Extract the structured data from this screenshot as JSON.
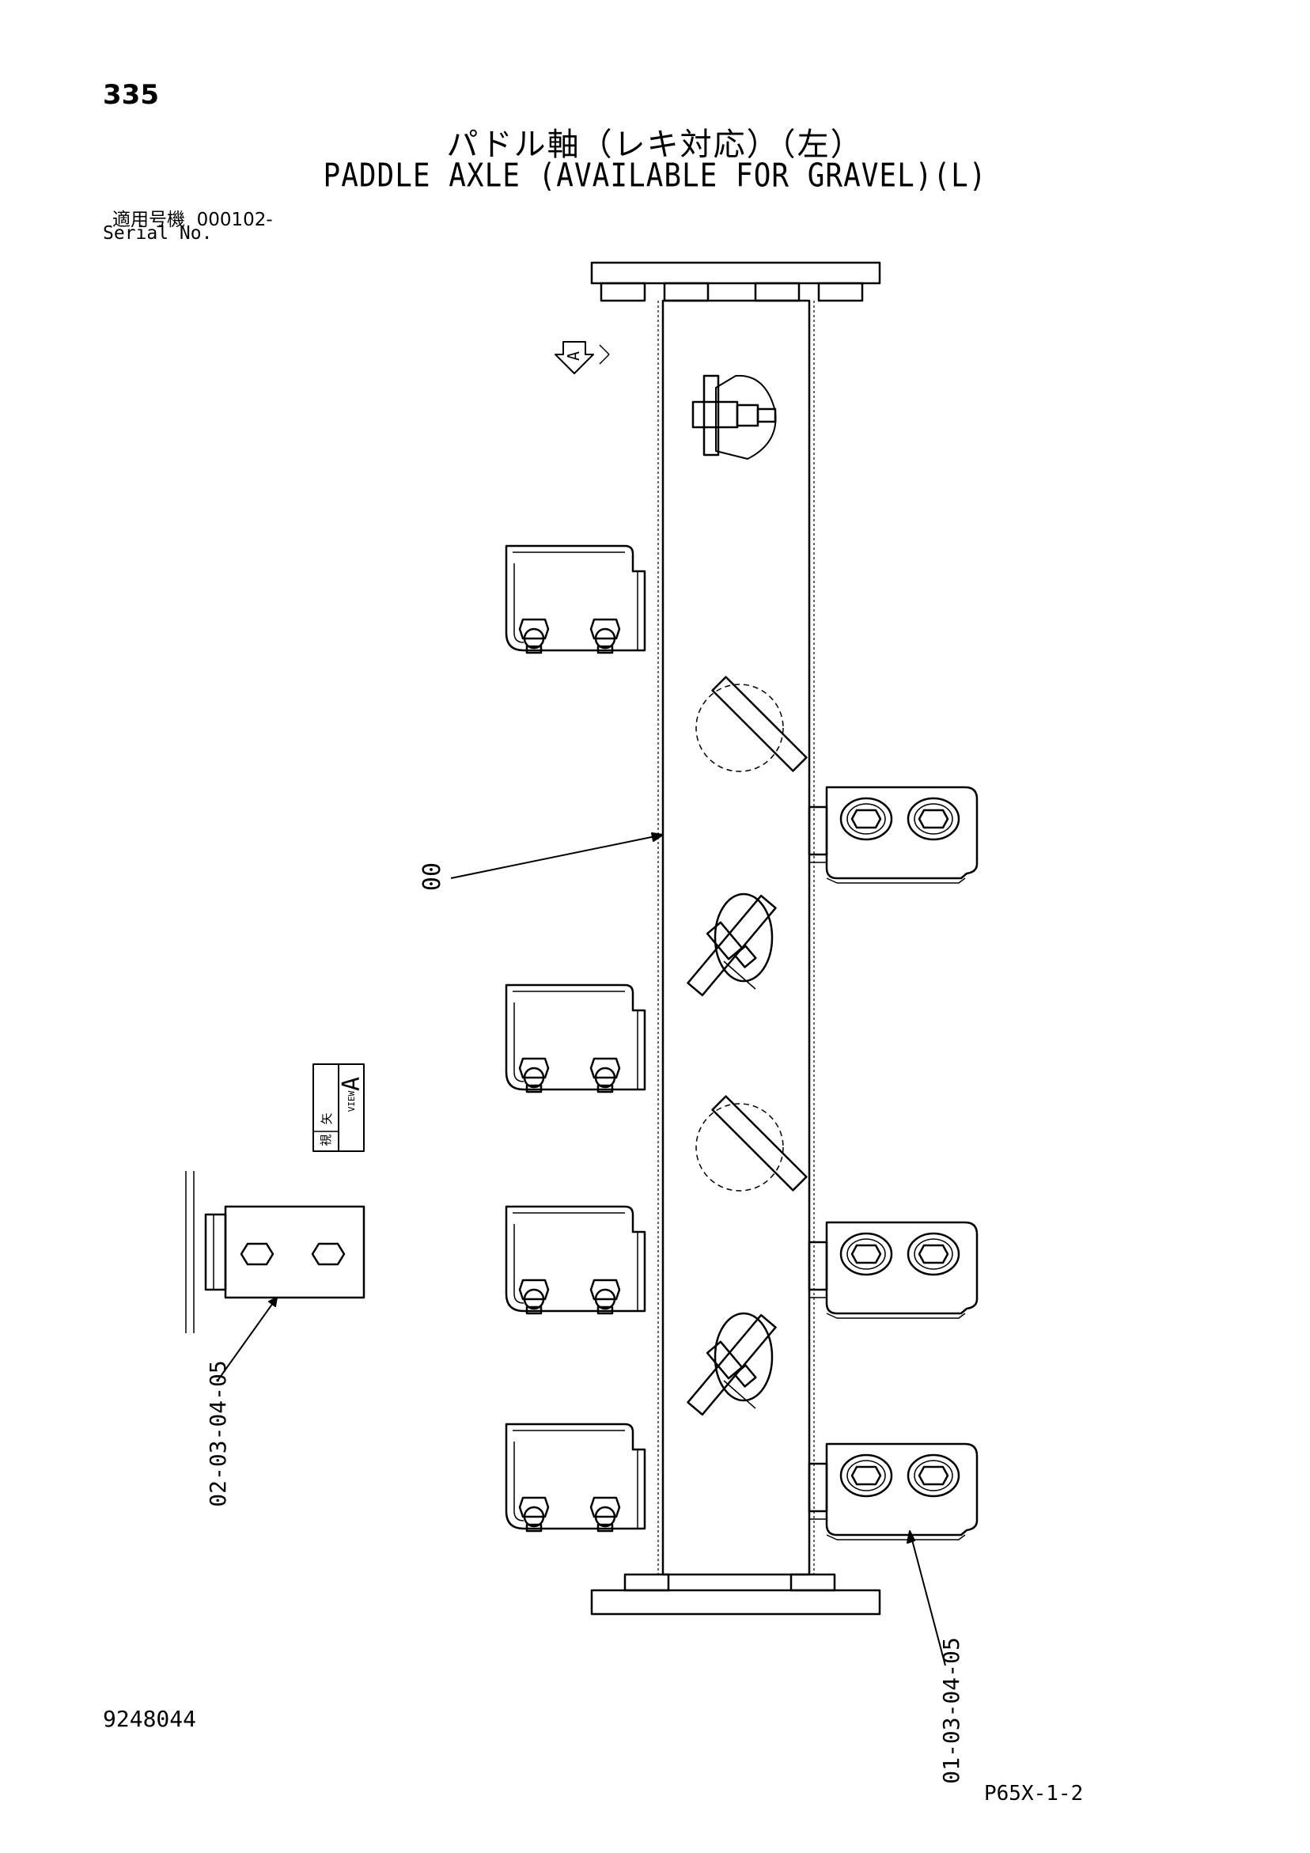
{
  "header": {
    "page_number": "335",
    "title_jp": "パドル軸（レキ対応）（左）",
    "title_en": "PADDLE AXLE (AVAILABLE FOR GRAVEL)(L)",
    "serial_label_jp": "適用号機",
    "serial_value": "000102-",
    "serial_label_en": "Serial No."
  },
  "drawing": {
    "view_marker_letter": "A",
    "view_box_jp_top": "矢",
    "view_box_jp_bottom": "視",
    "view_box_en": "VIEW",
    "view_box_letter": "A",
    "callouts": {
      "shaft": "00",
      "left_detail": "02-03-04-05",
      "right_bracket": "01-03-04-05"
    }
  },
  "footer": {
    "doc_number": "9248044",
    "page_code": "P65X-1-2"
  }
}
